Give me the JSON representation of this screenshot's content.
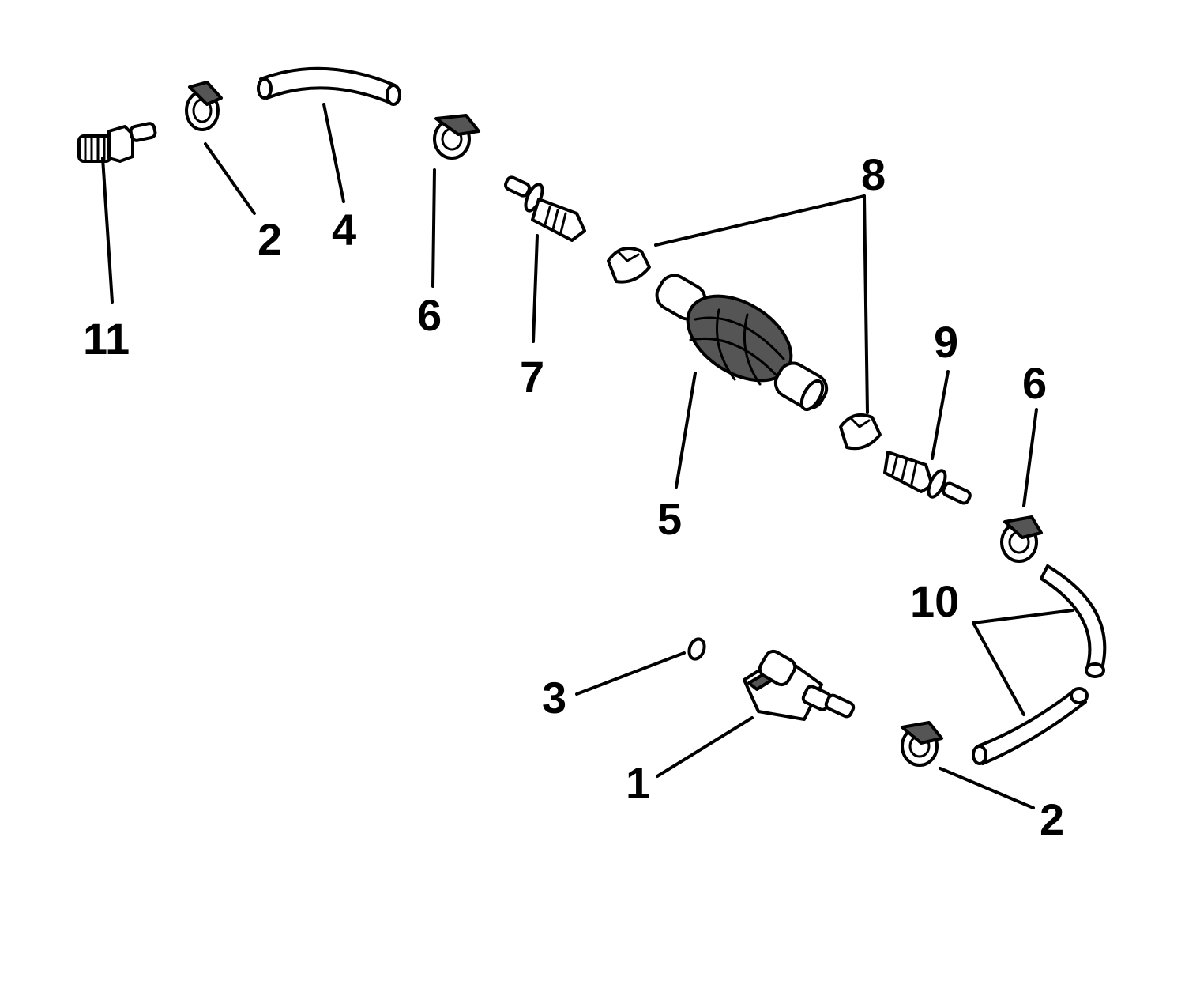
{
  "callouts": {
    "c1": "1",
    "c2a": "2",
    "c2b": "2",
    "c3": "3",
    "c4": "4",
    "c5": "5",
    "c6a": "6",
    "c6b": "6",
    "c7": "7",
    "c8": "8",
    "c9": "9",
    "c10": "10",
    "c11": "11"
  }
}
